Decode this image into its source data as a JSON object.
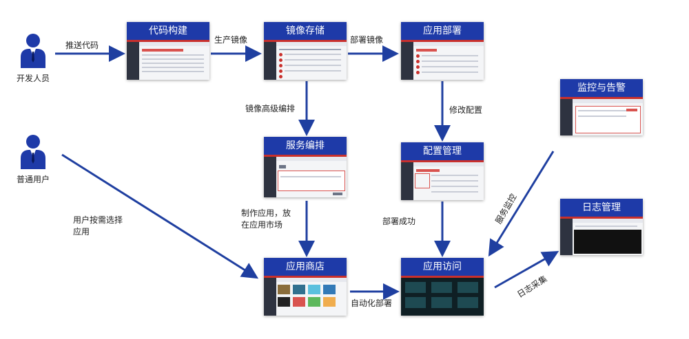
{
  "actors": {
    "developer": "开发人员",
    "user": "普通用户"
  },
  "modules": {
    "code_build": "代码构建",
    "image_storage": "镜像存储",
    "app_deploy": "应用部署",
    "monitor_alert": "监控与告警",
    "service_orchestration": "服务编排",
    "config_management": "配置管理",
    "log_management": "日志管理",
    "app_store": "应用商店",
    "app_access": "应用访问"
  },
  "edges": {
    "push_code": "推送代码",
    "produce_image": "生产镜像",
    "deploy_image": "部署镜像",
    "advanced_orchestration": "镜像高级编排",
    "modify_config": "修改配置",
    "make_app": "制作应用，放在应用市场",
    "deploy_success": "部署成功",
    "user_select": "用户按需选择应用",
    "auto_deploy": "自动化部署",
    "service_monitor": "服务监控",
    "log_collect": "日志采集"
  },
  "colors": {
    "header": "#1e3aa8",
    "accent": "#c9302c",
    "arrow": "#1f3fa0"
  }
}
